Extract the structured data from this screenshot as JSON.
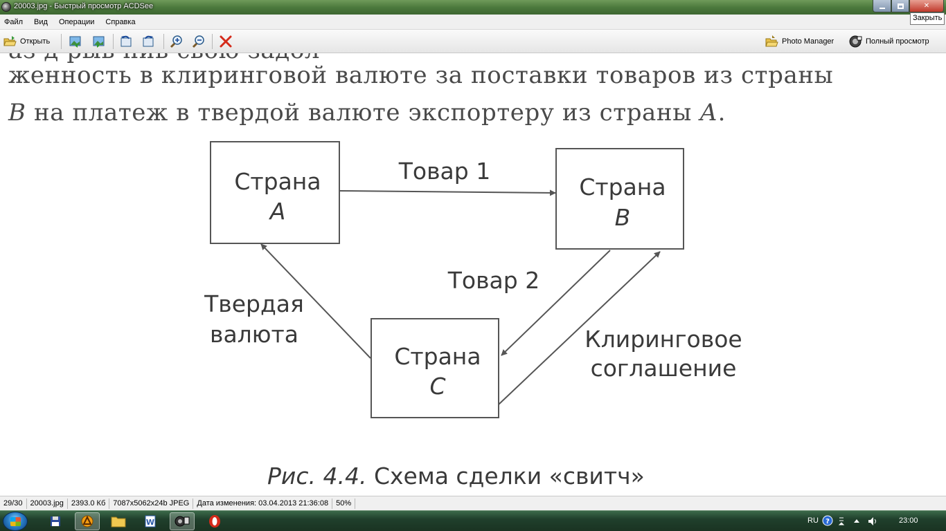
{
  "window": {
    "title": "20003.jpg - Быстрый просмотр ACDSee",
    "close_tooltip": "Закрыть"
  },
  "menu": {
    "items": [
      "Файл",
      "Вид",
      "Операции",
      "Справка"
    ]
  },
  "toolbar": {
    "open_label": "Открыть",
    "photo_manager_label": "Photo Manager",
    "fullscreen_label": "Полный просмотр"
  },
  "document": {
    "cut_line": "           аз    д                  рыв    нив свою задол",
    "line1": "женность в клиринговой валюте за поставки товаров из страны",
    "line2_start": "В",
    "line2_rest": " на платеж в твердой валюте экспортеру из страны ",
    "line2_end": "А",
    "line2_dot": ".",
    "diagram": {
      "box_label": "Страна",
      "box_a_letter": "A",
      "box_b_letter": "B",
      "box_c_letter": "C",
      "goods1": "Товар 1",
      "goods2": "Товар 2",
      "hard_currency_1": "Твердая",
      "hard_currency_2": "валюта",
      "clearing_1": "Клиринговое",
      "clearing_2": "соглашение"
    },
    "caption_prefix": "Рис. 4.4.",
    "caption_text": " Схема сделки «свитч»"
  },
  "status": {
    "position": "29/30",
    "filename": "20003.jpg",
    "filesize": "2393.0 Кб",
    "dimensions": "7087x5062x24b JPEG",
    "modified": "Дата изменения: 03.04.2013 21:36:08",
    "zoom": "50%"
  },
  "taskbar": {
    "language": "RU",
    "clock": "23:00"
  }
}
